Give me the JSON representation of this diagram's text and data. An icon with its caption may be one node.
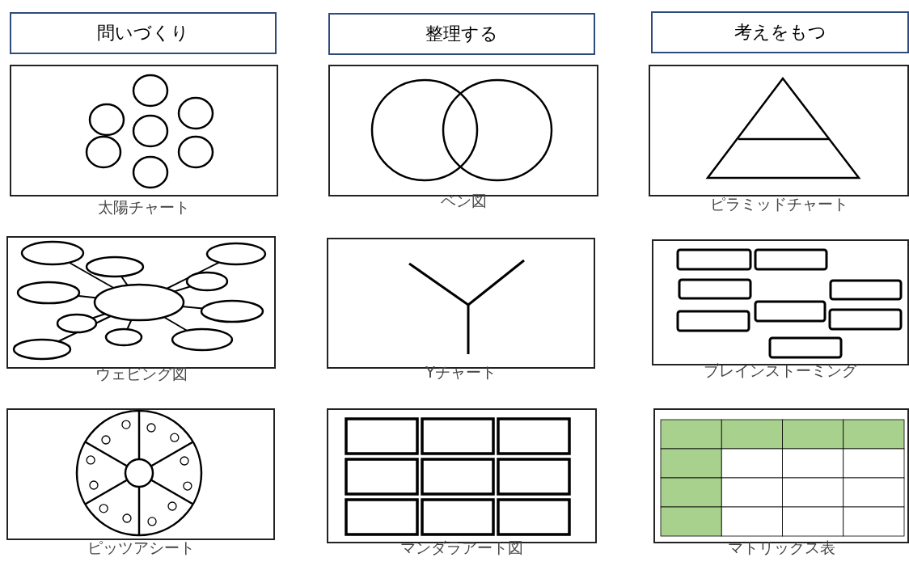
{
  "diagram": {
    "nodes": [
      {
        "text": [
          "問いづくり"
        ]
      },
      {
        "text": [
          "整理する"
        ]
      },
      {
        "text": [
          "考えをもつ"
        ]
      },
      {
        "text": [],
        "shape": "box",
        "beside": [
          "太陽チャート"
        ]
      },
      {
        "text": [],
        "shape": "box",
        "beside": [
          "ベン図"
        ]
      },
      {
        "text": [],
        "shape": "box",
        "beside": [
          "ピラミッドチャート"
        ]
      },
      {
        "text": [],
        "shape": "box",
        "beside": [
          "ウェビング図"
        ]
      },
      {
        "text": [],
        "shape": "box",
        "beside": [
          "Yチャート"
        ]
      },
      {
        "text": [],
        "shape": "box",
        "beside": [
          "ブレインストーミング"
        ]
      },
      {
        "text": [],
        "shape": "box",
        "beside": [
          "ピッツアシート"
        ]
      },
      {
        "text": [],
        "shape": "box",
        "beside": [
          "マンダラアート図"
        ]
      },
      {
        "text": [],
        "shape": "box",
        "beside": [
          "マトリックス表"
        ]
      }
    ]
  }
}
